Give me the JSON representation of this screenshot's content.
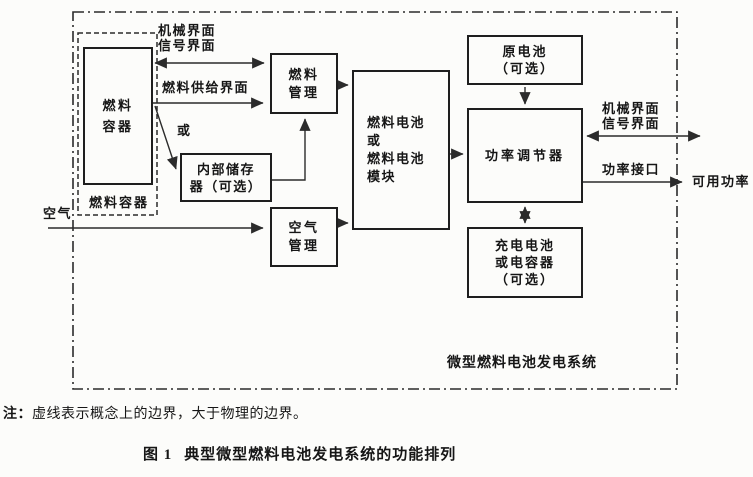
{
  "figure": {
    "caption_label": "图 1",
    "caption_text": "典型微型燃料电池发电系统的功能排列",
    "note_prefix": "注：",
    "note_text": "虚线表示概念上的边界，大于物理的边界。",
    "system_label": "微型燃料电池发电系统"
  },
  "boxes": {
    "fuel_container": {
      "line1": "燃料",
      "line2": "容器"
    },
    "fuel_container_group_label": "燃料容器",
    "fuel_management": {
      "line1": "燃料",
      "line2": "管理"
    },
    "internal_storage": {
      "line1": "内部储存",
      "line2": "器（可选）"
    },
    "air_management": {
      "line1": "空气",
      "line2": "管理"
    },
    "fuel_cell": {
      "line1": "燃料电池",
      "line2": "或",
      "line3": "燃料电池",
      "line4": "模块"
    },
    "primary_battery": {
      "line1": "原电池",
      "line2": "（可选）"
    },
    "power_conditioner": {
      "line1": "功率调节器"
    },
    "rechargeable_battery": {
      "line1": "充电电池",
      "line2": "或电容器",
      "line3": "（可选）"
    }
  },
  "labels": {
    "mech_signal_left_1": "机械界面",
    "mech_signal_left_2": "信号界面",
    "fuel_supply_interface": "燃料供给界面",
    "or": "或",
    "air": "空气",
    "mech_signal_right_1": "机械界面",
    "mech_signal_right_2": "信号界面",
    "power_port": "功率接口",
    "available_power": "可用功率"
  },
  "colors": {
    "line": "#2b2b2b",
    "text": "#161616",
    "background": "#fcfcfa"
  }
}
